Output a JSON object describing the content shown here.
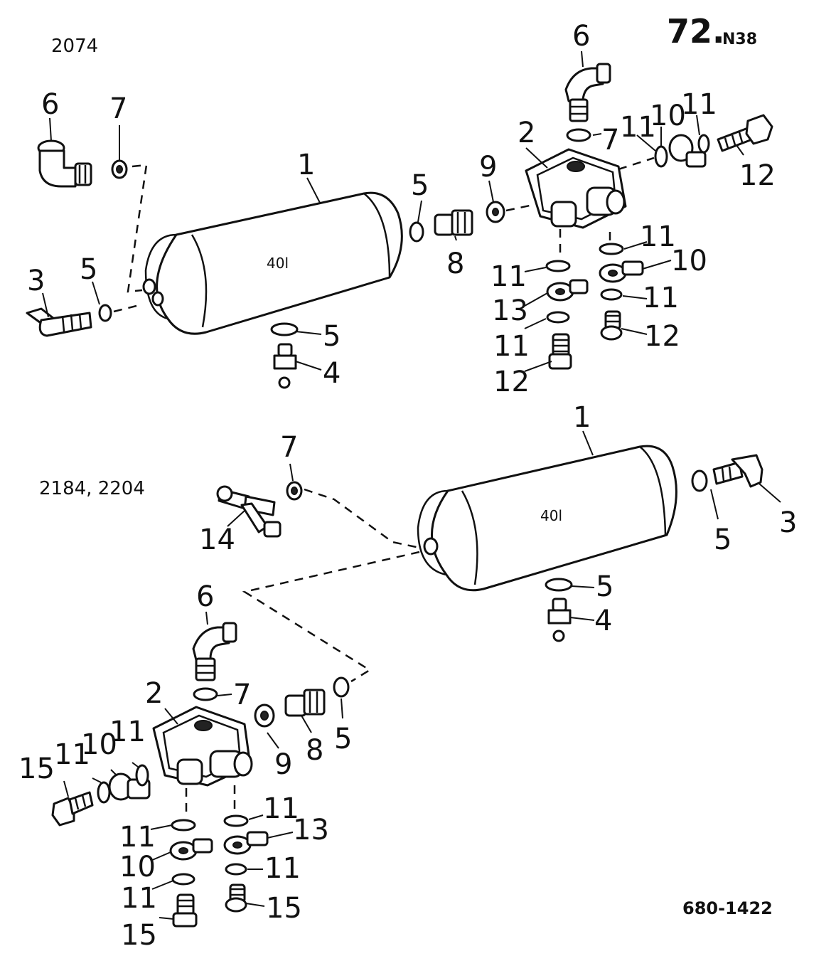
{
  "page_number": "72.",
  "page_suffix": "N38",
  "drawing_number": "680-1422",
  "top_section": {
    "model_label": "2074",
    "tank_label": "40l",
    "callouts": [
      "1",
      "2",
      "3",
      "4",
      "5",
      "5",
      "5",
      "6",
      "6",
      "7",
      "7",
      "8",
      "9",
      "10",
      "10",
      "11",
      "11",
      "11",
      "11",
      "11",
      "11",
      "12",
      "12",
      "12",
      "13"
    ]
  },
  "bottom_section": {
    "model_label": "2184, 2204",
    "tank_label": "40l",
    "callouts": [
      "1",
      "2",
      "3",
      "4",
      "5",
      "5",
      "5",
      "6",
      "7",
      "7",
      "8",
      "9",
      "10",
      "10",
      "11",
      "11",
      "11",
      "11",
      "11",
      "11",
      "13",
      "14",
      "15",
      "15",
      "15"
    ]
  }
}
